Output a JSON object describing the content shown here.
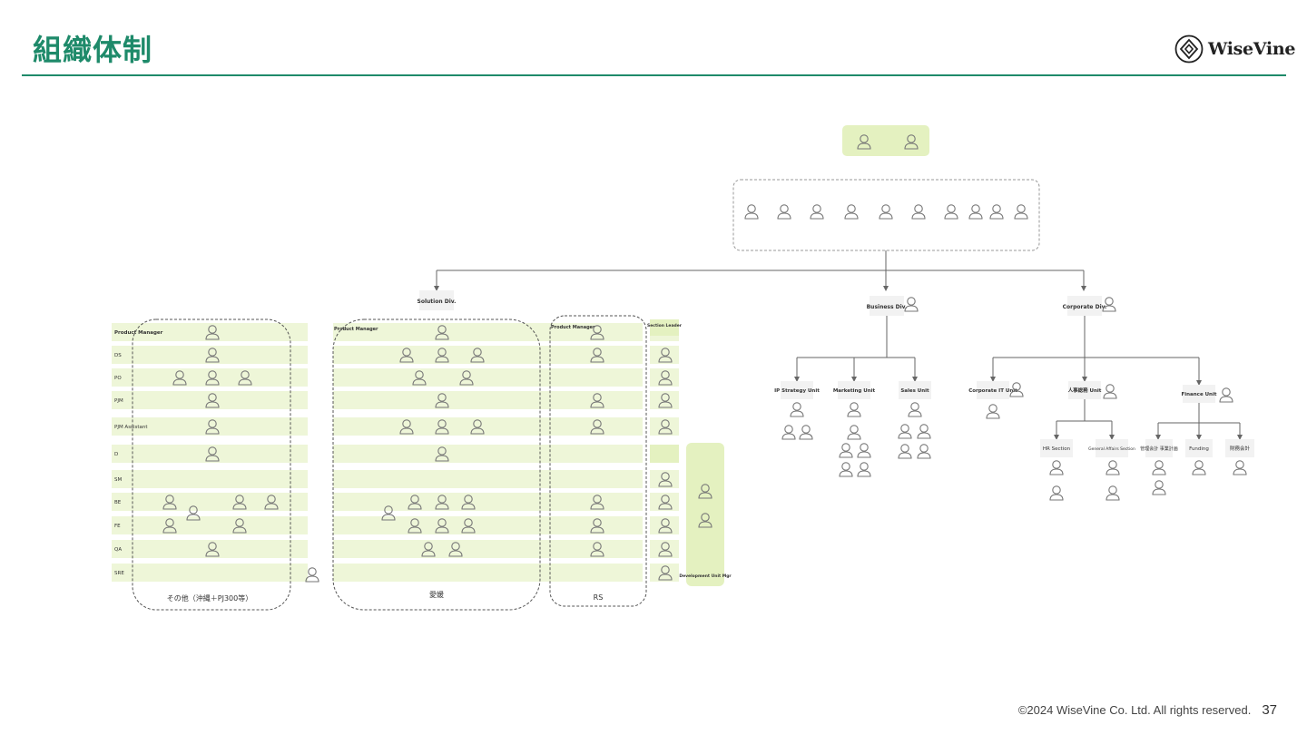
{
  "header": {
    "title": "組織体制",
    "logo_text": "WiseVine"
  },
  "footer": {
    "copyright": "©2024 WiseVine Co. Ltd. All rights reserved.",
    "page_number": "37"
  },
  "colors": {
    "brand_green": "#1e8a6a",
    "lane_green": "#eef6d8",
    "box_green": "#e4f1c0",
    "line": "#666666"
  },
  "org_chart": {
    "divisions": {
      "solution": "Solution Div.",
      "business": "Business Div.",
      "corporate": "Corporate Div."
    },
    "business_units": [
      "IP Strategy Unit",
      "Marketing Unit",
      "Sales Unit"
    ],
    "corporate_units": [
      "Corporate IT Unit",
      "人事総務 Unit",
      "Finance Unit"
    ],
    "hr_sections": [
      "HR Section",
      "General Affairs Section"
    ],
    "finance_sections": [
      "管理会計 事業計画",
      "Funding",
      "財務会計"
    ],
    "solution_roles": [
      "Product Manager",
      "DS",
      "PO",
      "PJM",
      "PJM Assistant",
      "D",
      "SM",
      "BE",
      "FE",
      "QA",
      "SRE"
    ],
    "solution_groups": [
      "その他（沖縄＋PJ300等）",
      "愛媛",
      "RS"
    ],
    "section_leader": "Section Leader",
    "dev_unit_mgr": "Development Unit Mgr"
  }
}
